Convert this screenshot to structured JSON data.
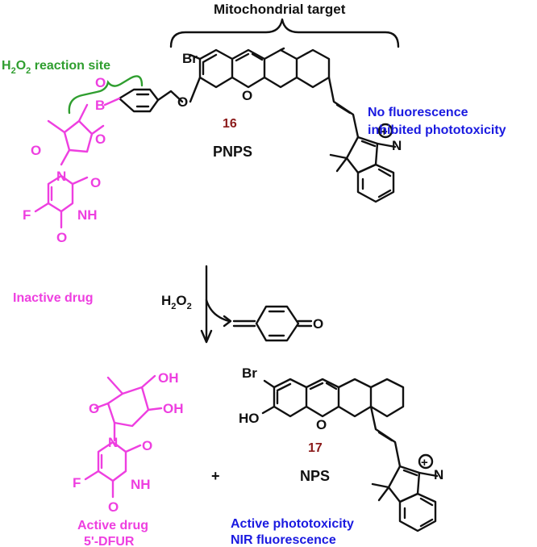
{
  "labels": {
    "mito_target": "Mitochondrial target",
    "reaction_site_prefix": "H",
    "reaction_site_sub": "2",
    "reaction_site_mid": "O",
    "reaction_site_sub2": "2",
    "reaction_site_suffix": " reaction site",
    "no_fluorescence": "No fluorescence",
    "inhibited_phototoxicity": "inhibited phototoxicity",
    "compound_16": "16",
    "pnps": "PNPS",
    "inactive_drug": "Inactive drug",
    "reagent_prefix": "H",
    "reagent_sub": "2",
    "reagent_mid": "O",
    "reagent_sub2": "2",
    "active_drug": "Active drug",
    "dfur": "5'-DFUR",
    "plus": "+",
    "compound_17": "17",
    "nps": "NPS",
    "active_phototoxicity": "Active phototoxicity",
    "nir_fluorescence": "NIR fluorescence"
  },
  "atoms": {
    "br": "Br",
    "o": "O",
    "n": "N",
    "b": "B",
    "f": "F",
    "nh": "NH",
    "oh": "OH",
    "ho": "HO",
    "charge": "+"
  },
  "colors": {
    "structure": "#111111",
    "drug": "#ee3fe0",
    "annotation": "#1a1ae0",
    "reaction_site": "#2f9e2f",
    "compound_number": "#8b1a1a"
  }
}
